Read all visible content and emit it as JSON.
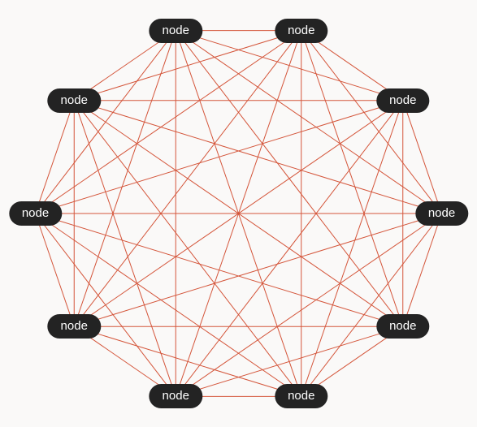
{
  "diagram": {
    "edge_color": "#d4553a",
    "node_color": "#232323",
    "nodes": [
      {
        "id": "n0",
        "label": "node"
      },
      {
        "id": "n1",
        "label": "node"
      },
      {
        "id": "n2",
        "label": "node"
      },
      {
        "id": "n3",
        "label": "node"
      },
      {
        "id": "n4",
        "label": "node"
      },
      {
        "id": "n5",
        "label": "node"
      },
      {
        "id": "n6",
        "label": "node"
      },
      {
        "id": "n7",
        "label": "node"
      },
      {
        "id": "n8",
        "label": "node"
      },
      {
        "id": "n9",
        "label": "node"
      }
    ],
    "topology": "complete-graph"
  }
}
